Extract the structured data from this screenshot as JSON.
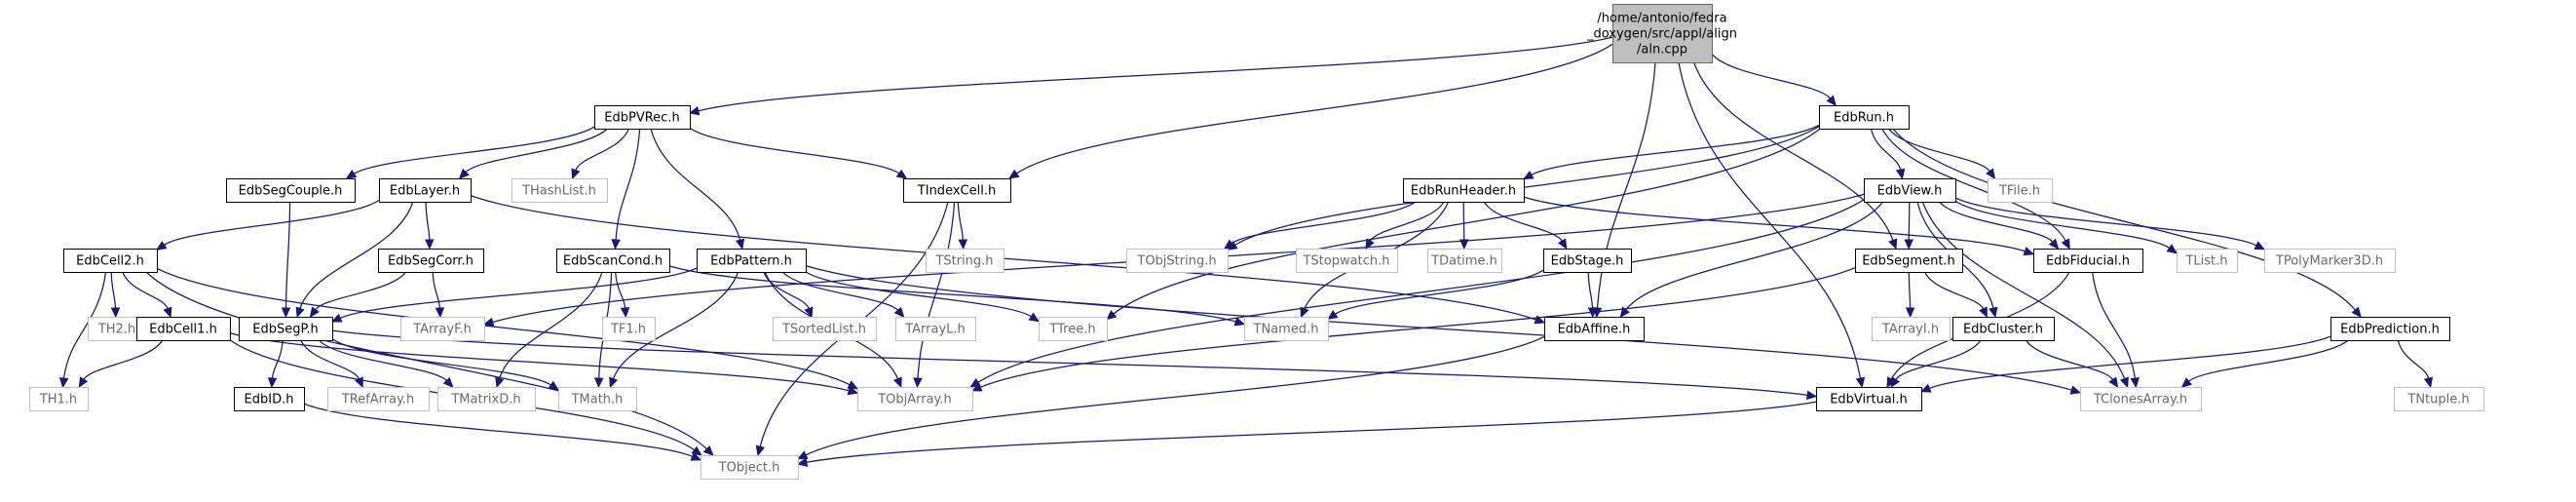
{
  "diagram": {
    "colors": {
      "edge": "#191970",
      "root_fill": "#bfbfbf",
      "node_border": "#000000",
      "external_border": "#bfbfbf",
      "external_text": "#6b6b6b"
    },
    "nodes": [
      {
        "id": "aln",
        "label": "/home/antonio/fedra\n_doxygen/src/appl/align\n/aln.cpp",
        "kind": "root"
      },
      {
        "id": "pvrec",
        "label": "EdbPVRec.h",
        "kind": "documented"
      },
      {
        "id": "run",
        "label": "EdbRun.h",
        "kind": "documented"
      },
      {
        "id": "segcouple",
        "label": "EdbSegCouple.h",
        "kind": "documented"
      },
      {
        "id": "layer",
        "label": "EdbLayer.h",
        "kind": "documented"
      },
      {
        "id": "thashlist",
        "label": "THashList.h",
        "kind": "external"
      },
      {
        "id": "tindexcell",
        "label": "TIndexCell.h",
        "kind": "documented"
      },
      {
        "id": "runheader",
        "label": "EdbRunHeader.h",
        "kind": "documented"
      },
      {
        "id": "view",
        "label": "EdbView.h",
        "kind": "documented"
      },
      {
        "id": "tfile",
        "label": "TFile.h",
        "kind": "external"
      },
      {
        "id": "cell2",
        "label": "EdbCell2.h",
        "kind": "documented"
      },
      {
        "id": "segcorr",
        "label": "EdbSegCorr.h",
        "kind": "documented"
      },
      {
        "id": "scancond",
        "label": "EdbScanCond.h",
        "kind": "documented"
      },
      {
        "id": "pattern",
        "label": "EdbPattern.h",
        "kind": "documented"
      },
      {
        "id": "tstring",
        "label": "TString.h",
        "kind": "external"
      },
      {
        "id": "tobjstring",
        "label": "TObjString.h",
        "kind": "external"
      },
      {
        "id": "tstopwatch",
        "label": "TStopwatch.h",
        "kind": "external"
      },
      {
        "id": "tdatime",
        "label": "TDatime.h",
        "kind": "external"
      },
      {
        "id": "stage",
        "label": "EdbStage.h",
        "kind": "documented"
      },
      {
        "id": "segment",
        "label": "EdbSegment.h",
        "kind": "documented"
      },
      {
        "id": "fiducial",
        "label": "EdbFiducial.h",
        "kind": "documented"
      },
      {
        "id": "tlist",
        "label": "TList.h",
        "kind": "external"
      },
      {
        "id": "tpolymarker3d",
        "label": "TPolyMarker3D.h",
        "kind": "external"
      },
      {
        "id": "th2",
        "label": "TH2.h",
        "kind": "external"
      },
      {
        "id": "cell1",
        "label": "EdbCell1.h",
        "kind": "documented"
      },
      {
        "id": "tarrayf",
        "label": "TArrayF.h",
        "kind": "external"
      },
      {
        "id": "tf1",
        "label": "TF1.h",
        "kind": "external"
      },
      {
        "id": "segp",
        "label": "EdbSegP.h",
        "kind": "documented"
      },
      {
        "id": "tsortedlist",
        "label": "TSortedList.h",
        "kind": "external"
      },
      {
        "id": "tarrayl",
        "label": "TArrayL.h",
        "kind": "external"
      },
      {
        "id": "ttree",
        "label": "TTree.h",
        "kind": "external"
      },
      {
        "id": "tnamed",
        "label": "TNamed.h",
        "kind": "external"
      },
      {
        "id": "affine",
        "label": "EdbAffine.h",
        "kind": "documented"
      },
      {
        "id": "tarrayi",
        "label": "TArrayI.h",
        "kind": "external"
      },
      {
        "id": "cluster",
        "label": "EdbCluster.h",
        "kind": "documented"
      },
      {
        "id": "prediction",
        "label": "EdbPrediction.h",
        "kind": "documented"
      },
      {
        "id": "th1",
        "label": "TH1.h",
        "kind": "external"
      },
      {
        "id": "id",
        "label": "EdbID.h",
        "kind": "documented"
      },
      {
        "id": "trefarray",
        "label": "TRefArray.h",
        "kind": "external"
      },
      {
        "id": "tmatrixd",
        "label": "TMatrixD.h",
        "kind": "external"
      },
      {
        "id": "tmath",
        "label": "TMath.h",
        "kind": "external"
      },
      {
        "id": "tobjarray",
        "label": "TObjArray.h",
        "kind": "external"
      },
      {
        "id": "virtual",
        "label": "EdbVirtual.h",
        "kind": "documented"
      },
      {
        "id": "tclonesarray",
        "label": "TClonesArray.h",
        "kind": "external"
      },
      {
        "id": "tntuple",
        "label": "TNtuple.h",
        "kind": "external"
      },
      {
        "id": "tobject",
        "label": "TObject.h",
        "kind": "external"
      }
    ],
    "edges": [
      [
        "aln",
        "pvrec"
      ],
      [
        "aln",
        "run"
      ],
      [
        "aln",
        "tindexcell"
      ],
      [
        "aln",
        "affine"
      ],
      [
        "aln",
        "segment"
      ],
      [
        "aln",
        "virtual"
      ],
      [
        "pvrec",
        "segcouple"
      ],
      [
        "pvrec",
        "layer"
      ],
      [
        "pvrec",
        "thashlist"
      ],
      [
        "pvrec",
        "tindexcell"
      ],
      [
        "pvrec",
        "scancond"
      ],
      [
        "pvrec",
        "pattern"
      ],
      [
        "run",
        "runheader"
      ],
      [
        "run",
        "view"
      ],
      [
        "run",
        "tfile"
      ],
      [
        "run",
        "prediction"
      ],
      [
        "run",
        "tobjstring"
      ],
      [
        "run",
        "ttree"
      ],
      [
        "run",
        "fiducial"
      ],
      [
        "segcouple",
        "segp"
      ],
      [
        "layer",
        "cell2"
      ],
      [
        "layer",
        "segcorr"
      ],
      [
        "layer",
        "segp"
      ],
      [
        "layer",
        "affine"
      ],
      [
        "tindexcell",
        "tstring"
      ],
      [
        "tindexcell",
        "tobjarray"
      ],
      [
        "tindexcell",
        "tobject"
      ],
      [
        "runheader",
        "tobjstring"
      ],
      [
        "runheader",
        "tstopwatch"
      ],
      [
        "runheader",
        "tdatime"
      ],
      [
        "runheader",
        "stage"
      ],
      [
        "runheader",
        "tnamed"
      ],
      [
        "runheader",
        "fiducial"
      ],
      [
        "view",
        "segment"
      ],
      [
        "view",
        "fiducial"
      ],
      [
        "view",
        "tlist"
      ],
      [
        "view",
        "tpolymarker3d"
      ],
      [
        "view",
        "cluster"
      ],
      [
        "view",
        "tclonesarray"
      ],
      [
        "view",
        "affine"
      ],
      [
        "view",
        "tobjarray"
      ],
      [
        "view",
        "tarrayf"
      ],
      [
        "cell2",
        "th2"
      ],
      [
        "cell2",
        "cell1"
      ],
      [
        "cell2",
        "th1"
      ],
      [
        "cell2",
        "tobject"
      ],
      [
        "cell2",
        "tobjarray"
      ],
      [
        "segcorr",
        "tarrayf"
      ],
      [
        "segcorr",
        "segp"
      ],
      [
        "scancond",
        "tf1"
      ],
      [
        "scancond",
        "tmatrixd"
      ],
      [
        "scancond",
        "tmath"
      ],
      [
        "scancond",
        "tnamed"
      ],
      [
        "pattern",
        "segp"
      ],
      [
        "pattern",
        "tsortedlist"
      ],
      [
        "pattern",
        "tarrayl"
      ],
      [
        "pattern",
        "ttree"
      ],
      [
        "pattern",
        "tobjarray"
      ],
      [
        "pattern",
        "tclonesarray"
      ],
      [
        "pattern",
        "tmath"
      ],
      [
        "stage",
        "affine"
      ],
      [
        "stage",
        "tnamed"
      ],
      [
        "segment",
        "tarrayi"
      ],
      [
        "segment",
        "cluster"
      ],
      [
        "segment",
        "tobjarray"
      ],
      [
        "fiducial",
        "virtual"
      ],
      [
        "fiducial",
        "tclonesarray"
      ],
      [
        "cell1",
        "th1"
      ],
      [
        "cell1",
        "tobjarray"
      ],
      [
        "cell1",
        "tobject"
      ],
      [
        "segp",
        "id"
      ],
      [
        "segp",
        "trefarray"
      ],
      [
        "segp",
        "tmatrixd"
      ],
      [
        "segp",
        "tmath"
      ],
      [
        "segp",
        "virtual"
      ],
      [
        "affine",
        "tobject"
      ],
      [
        "cluster",
        "virtual"
      ],
      [
        "cluster",
        "tclonesarray"
      ],
      [
        "prediction",
        "tntuple"
      ],
      [
        "prediction",
        "virtual"
      ],
      [
        "prediction",
        "tclonesarray"
      ],
      [
        "id",
        "tobject"
      ],
      [
        "virtual",
        "tobject"
      ]
    ]
  }
}
